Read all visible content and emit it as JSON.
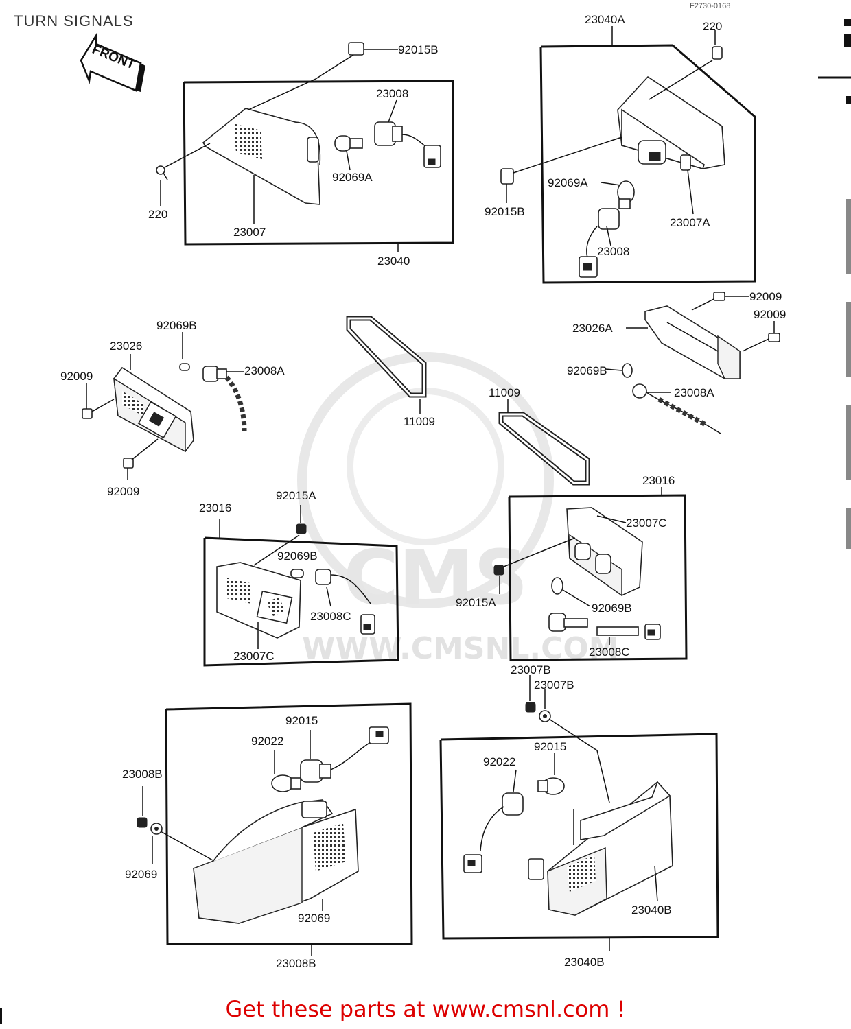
{
  "diagram": {
    "title": "TURN SIGNALS",
    "drawing_code": "F2730-0168",
    "front_label": "FRONT",
    "watermark_site": "WWW.CMSNL.COM",
    "watermark_logo": "CMS",
    "part_labels": [
      {
        "id": "l-92015b-a",
        "text": "92015B"
      },
      {
        "id": "l-23008-a",
        "text": "23008"
      },
      {
        "id": "l-92069a-a",
        "text": "92069A"
      },
      {
        "id": "l-220-a",
        "text": "220"
      },
      {
        "id": "l-23007",
        "text": "23007"
      },
      {
        "id": "l-23040",
        "text": "23040"
      },
      {
        "id": "l-23040a",
        "text": "23040A"
      },
      {
        "id": "l-220-b",
        "text": "220"
      },
      {
        "id": "l-92069a-b",
        "text": "92069A"
      },
      {
        "id": "l-92015b-b",
        "text": "92015B"
      },
      {
        "id": "l-23007a",
        "text": "23007A"
      },
      {
        "id": "l-23008-b",
        "text": "23008"
      },
      {
        "id": "l-92009-a",
        "text": "92009"
      },
      {
        "id": "l-92009-b",
        "text": "92009"
      },
      {
        "id": "l-23026a",
        "text": "23026A"
      },
      {
        "id": "l-92069b-a",
        "text": "92069B"
      },
      {
        "id": "l-23008a-a",
        "text": "23008A"
      },
      {
        "id": "l-92069b-b",
        "text": "92069B"
      },
      {
        "id": "l-23026",
        "text": "23026"
      },
      {
        "id": "l-23008a-b",
        "text": "23008A"
      },
      {
        "id": "l-92009-c",
        "text": "92009"
      },
      {
        "id": "l-92009-d",
        "text": "92009"
      },
      {
        "id": "l-11009-a",
        "text": "11009"
      },
      {
        "id": "l-11009-b",
        "text": "11009"
      },
      {
        "id": "l-23016-a",
        "text": "23016"
      },
      {
        "id": "l-23007c-a",
        "text": "23007C"
      },
      {
        "id": "l-92015a-a",
        "text": "92015A"
      },
      {
        "id": "l-92069b-c",
        "text": "92069B"
      },
      {
        "id": "l-23016-b",
        "text": "23016"
      },
      {
        "id": "l-92015a-b",
        "text": "92015A"
      },
      {
        "id": "l-92069b-d",
        "text": "92069B"
      },
      {
        "id": "l-23008c-a",
        "text": "23008C"
      },
      {
        "id": "l-23007c-b",
        "text": "23007C"
      },
      {
        "id": "l-23008c-b",
        "text": "23008C"
      },
      {
        "id": "l-92015-a",
        "text": "92015"
      },
      {
        "id": "l-92022-a",
        "text": "92022"
      },
      {
        "id": "l-23008b-a",
        "text": "23008B"
      },
      {
        "id": "l-92069-a",
        "text": "92069"
      },
      {
        "id": "l-92069-b",
        "text": "92069"
      },
      {
        "id": "l-23008b-b",
        "text": "23008B"
      },
      {
        "id": "l-92015-b",
        "text": "92015"
      },
      {
        "id": "l-92022-b",
        "text": "92022"
      },
      {
        "id": "l-23007b-a",
        "text": "23007B"
      },
      {
        "id": "l-23007b-b",
        "text": "23007B"
      },
      {
        "id": "l-23040b-a",
        "text": "23040B"
      },
      {
        "id": "l-23040b-b",
        "text": "23040B"
      }
    ]
  },
  "footer": {
    "link_text": "Get these parts at www.cmsnl.com !"
  }
}
